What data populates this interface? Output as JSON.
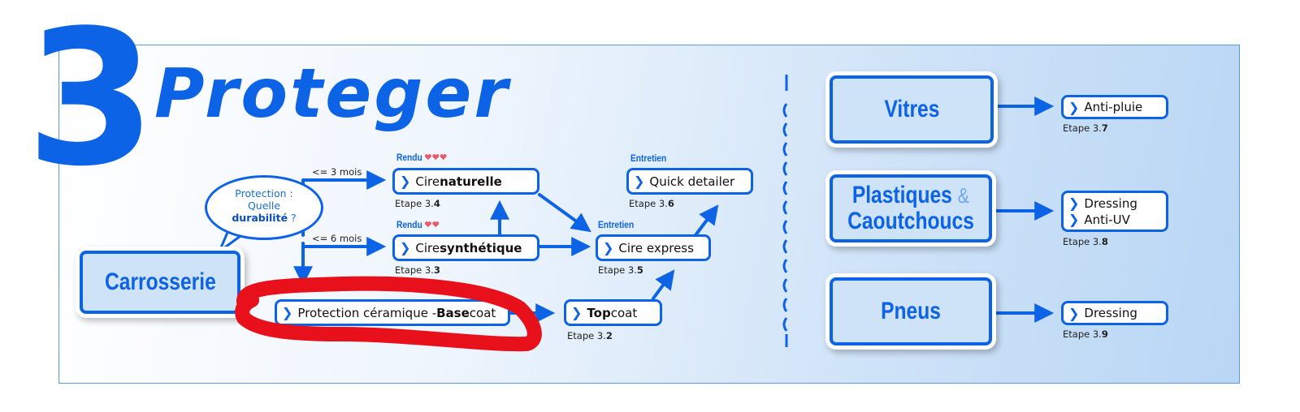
{
  "header": {
    "number": "3",
    "title": "Proteger"
  },
  "bubble": {
    "line1": "Protection :",
    "line2": "Quelle",
    "line3_bold": "durabilité",
    "line3_rest": " ?"
  },
  "categories": {
    "carrosserie": "Carrosserie",
    "vitres": "Vitres",
    "plastiques_line1": "Plastiques",
    "plastiques_amp": "&",
    "plastiques_line2": "Caoutchoucs",
    "pneus": "Pneus"
  },
  "branch_labels": {
    "three_months": "<= 3 mois",
    "six_months": "<= 6 mois",
    "more": ">"
  },
  "tags": {
    "rendu": "Rendu",
    "entretien": "Entretien",
    "hearts3": "❤❤❤",
    "hearts2": "❤❤"
  },
  "nodes": {
    "cire_naturelle": {
      "prefix": "Cire ",
      "bold": "naturelle",
      "suffix": "",
      "etape_prefix": "Etape 3.",
      "etape_num": "4"
    },
    "cire_synthetique": {
      "prefix": "Cire ",
      "bold": "synthétique",
      "suffix": "",
      "etape_prefix": "Etape 3.",
      "etape_num": "3"
    },
    "base_coat": {
      "prefix": "Protection céramique - ",
      "bold": "Base",
      "suffix": " coat"
    },
    "top_coat": {
      "prefix": "",
      "bold": "Top",
      "suffix": " coat",
      "etape_prefix": "Etape 3.",
      "etape_num": "2"
    },
    "cire_express": {
      "text": "Cire express",
      "etape_prefix": "Etape 3.",
      "etape_num": "5"
    },
    "quick_detailer": {
      "text": "Quick detailer",
      "etape_prefix": "Etape 3.",
      "etape_num": "6"
    },
    "anti_pluie": {
      "text": "Anti-pluie",
      "etape_prefix": "Etape 3.",
      "etape_num": "7"
    },
    "dressing_plastiques": {
      "line1": "Dressing",
      "line2": "Anti-UV",
      "etape_prefix": "Etape 3.",
      "etape_num": "8"
    },
    "dressing_pneus": {
      "text": "Dressing",
      "etape_prefix": "Etape 3.",
      "etape_num": "9"
    }
  },
  "colors": {
    "accent": "#0d63e6",
    "highlight": "#e8101a",
    "hearts": "#e85a6a",
    "panel": "#cfe3f8"
  }
}
